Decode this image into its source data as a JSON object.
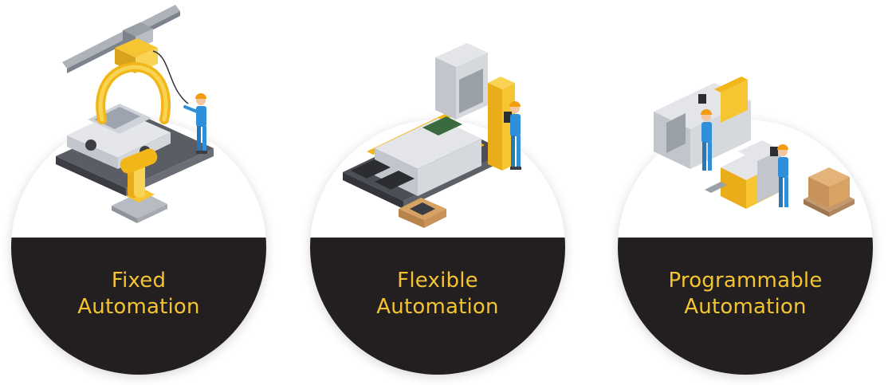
{
  "cards": [
    {
      "line1": "Fixed",
      "line2": "Automation",
      "illustration_icon": "robotic-arm-car-assembly-icon"
    },
    {
      "line1": "Flexible",
      "line2": "Automation",
      "illustration_icon": "conveyor-press-machine-icon"
    },
    {
      "line1": "Programmable",
      "line2": "Automation",
      "illustration_icon": "cnc-machine-operators-icon"
    }
  ],
  "colors": {
    "accent": "#f4c430",
    "plate": "#231f20",
    "worker_blue": "#2f8fd8",
    "machine_grey": "#d9dce1"
  }
}
